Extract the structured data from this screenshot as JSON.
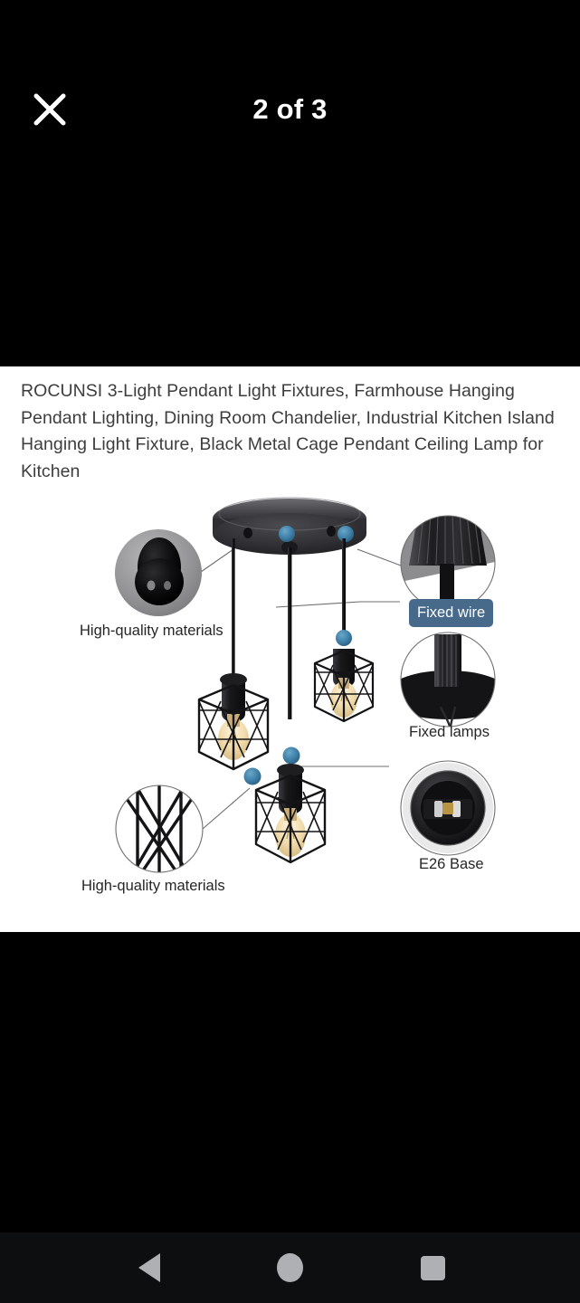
{
  "app_bar": {
    "close_icon": "close-icon",
    "counter": "2 of 3"
  },
  "product": {
    "title": "ROCUNSI 3-Light Pendant Light Fixtures, Farmhouse Hanging Pendant Lighting, Dining Room Chandelier, Industrial Kitchen Island Hanging Light Fixture, Black Metal Cage Pendant Ceiling Lamp for Kitchen"
  },
  "diagram": {
    "labels": {
      "materials_top": "High-quality materials",
      "materials_bottom": "High-quality materials",
      "fixed_wire": "Fixed wire",
      "fixed_lamps": "Fixed lamps",
      "e26_base": "E26 Base"
    }
  },
  "nav_bar": {
    "back_icon": "back-triangle-icon",
    "home_icon": "home-circle-icon",
    "recents_icon": "recents-square-icon"
  },
  "colors": {
    "background": "#000000",
    "card": "#ffffff",
    "title_text": "#3d3d3d",
    "label_text": "#262626",
    "badge_bg": "#476a8a",
    "nav_bar_bg": "#0d0e10",
    "nav_icon": "#aeb0b3",
    "callout_dot": "#3f80a8"
  }
}
